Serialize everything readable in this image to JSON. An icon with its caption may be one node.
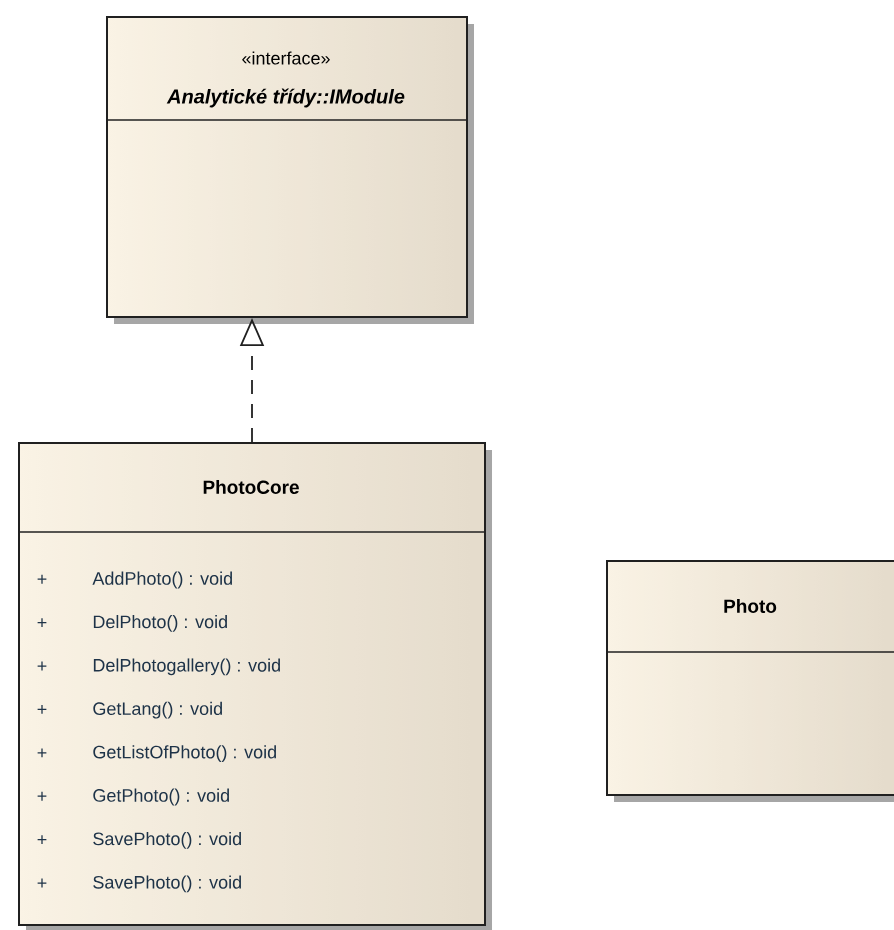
{
  "diagram": {
    "nodes": [
      {
        "text": [
          "«interface»",
          "Analytické třídy::IModule"
        ]
      },
      {
        "text": [
          "PhotoCore",
          "+",
          "AddPhoto() : void",
          "+",
          "DelPhoto() : void",
          "+",
          "DelPhotogallery() : void",
          "+",
          "GetLang() : void",
          "+",
          "GetListOfPhoto() : void",
          "+",
          "GetPhoto() : void",
          "+",
          "SavePhoto() : void",
          "+",
          "SavePhoto() : void"
        ]
      },
      {
        "text": [
          "Photo"
        ]
      }
    ],
    "edges": [
      {
        "from": 1,
        "to": 0,
        "arrow": "to",
        "style": "dashed"
      }
    ]
  }
}
